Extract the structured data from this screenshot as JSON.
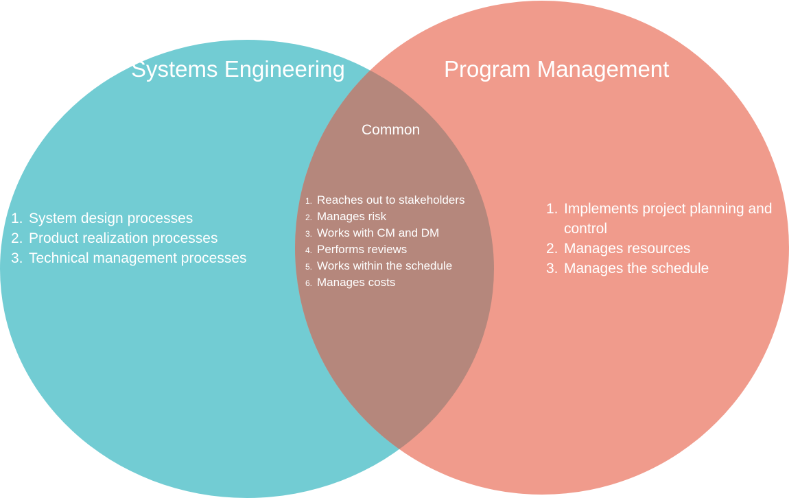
{
  "diagram": {
    "type": "venn",
    "left_set": {
      "title": "Systems Engineering",
      "color": "#72CCD3",
      "items": [
        {
          "num": "1.",
          "text": "System design processes"
        },
        {
          "num": "2.",
          "text": "Product realization processes"
        },
        {
          "num": "3.",
          "text": "Technical management processes"
        }
      ]
    },
    "right_set": {
      "title": "Program Management",
      "color": "#F09B8C",
      "items": [
        {
          "num": "1.",
          "text": "Implements project planning and control"
        },
        {
          "num": "2.",
          "text": "Manages resources"
        },
        {
          "num": "3.",
          "text": "Manages the schedule"
        }
      ]
    },
    "intersection": {
      "title": "Common",
      "color": "#B5877C",
      "items": [
        {
          "num": "1.",
          "text": "Reaches out to stakeholders"
        },
        {
          "num": "2.",
          "text": "Manages risk"
        },
        {
          "num": "3.",
          "text": "Works with CM and DM"
        },
        {
          "num": "4.",
          "text": "Performs reviews"
        },
        {
          "num": "5.",
          "text": "Works within the schedule"
        },
        {
          "num": "6.",
          "text": "Manages costs"
        }
      ]
    }
  }
}
